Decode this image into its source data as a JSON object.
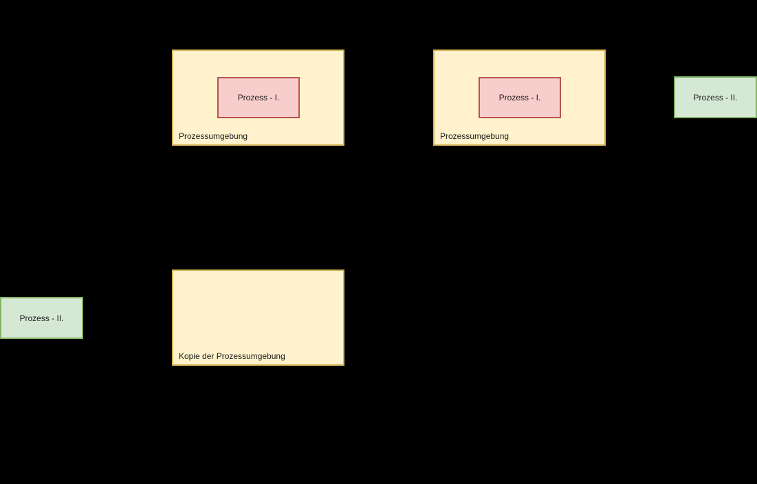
{
  "diagram": {
    "background_color": "#000000",
    "colors": {
      "environment_fill": "#FFF2CC",
      "environment_border": "#D6B656",
      "process1_fill": "#F8CECC",
      "process1_border": "#B85450",
      "process2_fill": "#D5E8D4",
      "process2_border": "#82B366",
      "label_text": "#1A1A1A"
    },
    "nodes": {
      "env_top_left": {
        "label": "Prozessumgebung",
        "child_label": "Prozess - I."
      },
      "env_top_right": {
        "label": "Prozessumgebung",
        "child_label": "Prozess - I."
      },
      "process2_right": {
        "label": "Prozess - II."
      },
      "process2_left": {
        "label": "Prozess - II."
      },
      "env_copy": {
        "label": "Kopie der Prozessumgebung"
      }
    }
  }
}
